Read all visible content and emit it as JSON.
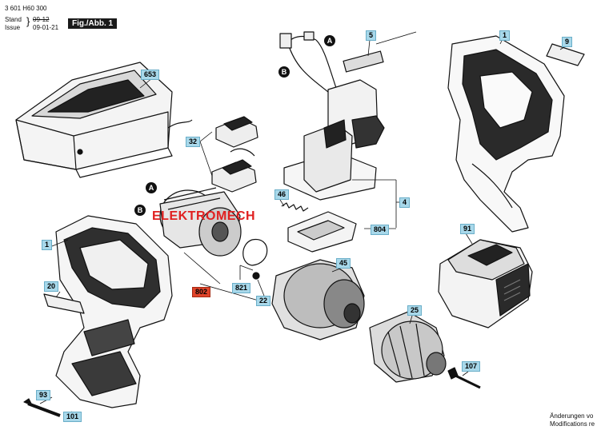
{
  "header": {
    "doc_number": "3 601 H60 300",
    "stand_label": "Stand",
    "issue_label": "Issue",
    "old_date": "09-12",
    "date": "09-01-21",
    "figure": "Fig./Abb. 1"
  },
  "watermark": "ELEKTROMECH",
  "connectors": {
    "a": "A",
    "b": "B"
  },
  "parts": {
    "p653": "653",
    "p5": "5",
    "p1_top": "1",
    "p9": "9",
    "p32": "32",
    "p46": "46",
    "p4": "4",
    "p804": "804",
    "p91": "91",
    "p1_left": "1",
    "p20": "20",
    "p802": "802",
    "p821": "821",
    "p22": "22",
    "p45": "45",
    "p25": "25",
    "p107": "107",
    "p93": "93",
    "p101": "101"
  },
  "footer": {
    "line1": "Änderungen vo",
    "line2": "Modifications re"
  },
  "colors": {
    "label_bg": "#a8d8ea",
    "highlight": "#e0442a",
    "watermark": "#e02020"
  }
}
